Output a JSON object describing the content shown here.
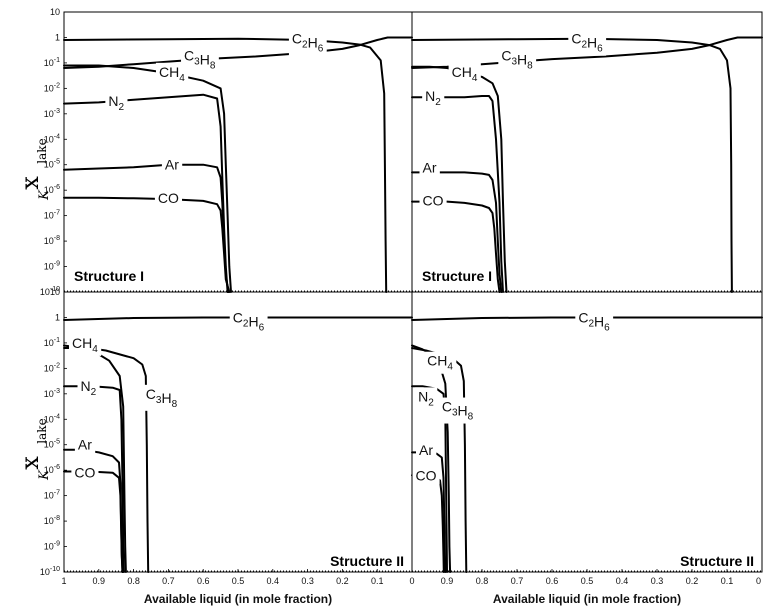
{
  "ylabel": {
    "main": "x",
    "sub": "K",
    "sup": "lake"
  },
  "xlabel": "Available liquid (in mole fraction)",
  "y_ticks": [
    "10",
    "1",
    "10-1",
    "10-2",
    "10-3",
    "10-4",
    "10-5",
    "10-6",
    "10-7",
    "10-8",
    "10-9",
    "10-10"
  ],
  "chart_data": [
    {
      "type": "line",
      "panel": "top-left",
      "title": "Structure I",
      "xlim": [
        1.0,
        0.0
      ],
      "ylim_log10": [
        -10,
        1
      ],
      "yscale": "log",
      "x_ticks": [],
      "series": [
        {
          "name": "C2H6",
          "display": [
            "C",
            "2",
            "H",
            "6"
          ],
          "label_x": 0.3,
          "label_y": -0.05,
          "x": [
            1.0,
            0.7,
            0.5,
            0.3,
            0.2,
            0.15,
            0.12,
            0.09,
            0.08,
            0.078,
            0.076,
            0.074
          ],
          "y": [
            -0.1,
            -0.07,
            -0.05,
            -0.1,
            -0.2,
            -0.28,
            -0.4,
            -0.9,
            -2.2,
            -5.0,
            -8.0,
            -10.0
          ]
        },
        {
          "name": "C3H8",
          "display": [
            "C",
            "3",
            "H",
            "8"
          ],
          "label_x": 0.61,
          "label_y": -0.7,
          "x": [
            1.0,
            0.9,
            0.8,
            0.7,
            0.6,
            0.45,
            0.3,
            0.2,
            0.15,
            0.1,
            0.07,
            0.0
          ],
          "y": [
            -1.2,
            -1.15,
            -1.05,
            -0.95,
            -0.85,
            -0.75,
            -0.6,
            -0.45,
            -0.3,
            -0.1,
            0.0,
            0.0
          ]
        },
        {
          "name": "CH4",
          "display": [
            "CH",
            "4"
          ],
          "label_x": 0.69,
          "label_y": -1.35,
          "x": [
            1.0,
            0.9,
            0.8,
            0.7,
            0.6,
            0.55,
            0.54,
            0.535,
            0.53,
            0.525,
            0.52
          ],
          "y": [
            -1.1,
            -1.1,
            -1.2,
            -1.4,
            -1.7,
            -2.0,
            -3.0,
            -5.0,
            -7.0,
            -9.0,
            -10.0
          ]
        },
        {
          "name": "N2",
          "display": [
            "N",
            "2"
          ],
          "label_x": 0.85,
          "label_y": -2.5,
          "x": [
            1.0,
            0.9,
            0.8,
            0.7,
            0.6,
            0.56,
            0.55,
            0.545,
            0.54,
            0.535,
            0.53
          ],
          "y": [
            -2.6,
            -2.55,
            -2.45,
            -2.35,
            -2.25,
            -2.4,
            -3.5,
            -5.5,
            -7.5,
            -9.0,
            -10.0
          ]
        },
        {
          "name": "Ar",
          "display": [
            "Ar"
          ],
          "label_x": 0.69,
          "label_y": -5.0,
          "x": [
            1.0,
            0.9,
            0.8,
            0.7,
            0.6,
            0.56,
            0.55,
            0.545,
            0.54,
            0.535,
            0.528
          ],
          "y": [
            -5.2,
            -5.15,
            -5.1,
            -5.0,
            -5.0,
            -5.1,
            -5.5,
            -6.5,
            -8.0,
            -9.3,
            -10.0
          ]
        },
        {
          "name": "CO",
          "display": [
            "CO"
          ],
          "label_x": 0.7,
          "label_y": -6.3,
          "x": [
            1.0,
            0.9,
            0.8,
            0.7,
            0.6,
            0.56,
            0.55,
            0.545,
            0.54,
            0.535,
            0.525
          ],
          "y": [
            -6.3,
            -6.3,
            -6.32,
            -6.35,
            -6.42,
            -6.55,
            -6.8,
            -7.5,
            -8.5,
            -9.5,
            -10.0
          ]
        }
      ]
    },
    {
      "type": "line",
      "panel": "top-right",
      "title": "Structure I",
      "xlim": [
        1.0,
        0.0
      ],
      "ylim_log10": [
        -10,
        1
      ],
      "yscale": "log",
      "x_ticks": [],
      "series": [
        {
          "name": "C2H6",
          "display": [
            "C",
            "2",
            "H",
            "6"
          ],
          "label_x": 0.5,
          "label_y": -0.05,
          "x": [
            1.0,
            0.7,
            0.5,
            0.3,
            0.2,
            0.15,
            0.12,
            0.1,
            0.09,
            0.088,
            0.087,
            0.086
          ],
          "y": [
            -0.1,
            -0.07,
            -0.05,
            -0.1,
            -0.2,
            -0.3,
            -0.45,
            -0.9,
            -2.0,
            -5.0,
            -8.0,
            -10.0
          ]
        },
        {
          "name": "C3H8",
          "display": [
            "C",
            "3",
            "H",
            "8"
          ],
          "label_x": 0.7,
          "label_y": -0.7,
          "x": [
            1.0,
            0.9,
            0.8,
            0.7,
            0.6,
            0.45,
            0.3,
            0.2,
            0.15,
            0.1,
            0.07,
            0.0
          ],
          "y": [
            -1.2,
            -1.15,
            -1.05,
            -0.95,
            -0.85,
            -0.75,
            -0.6,
            -0.45,
            -0.3,
            -0.1,
            0.0,
            0.0
          ]
        },
        {
          "name": "CH4",
          "display": [
            "CH",
            "4"
          ],
          "label_x": 0.85,
          "label_y": -1.35,
          "x": [
            1.0,
            0.95,
            0.9,
            0.85,
            0.8,
            0.77,
            0.755,
            0.745,
            0.74,
            0.735,
            0.73
          ],
          "y": [
            -1.15,
            -1.15,
            -1.2,
            -1.35,
            -1.55,
            -1.8,
            -2.3,
            -4.0,
            -6.5,
            -8.8,
            -10.0
          ]
        },
        {
          "name": "N2",
          "display": [
            "N",
            "2"
          ],
          "label_x": 0.94,
          "label_y": -2.3,
          "x": [
            1.0,
            0.95,
            0.9,
            0.85,
            0.8,
            0.78,
            0.77,
            0.76,
            0.75,
            0.745,
            0.74
          ],
          "y": [
            -2.35,
            -2.35,
            -2.35,
            -2.35,
            -2.3,
            -2.3,
            -2.5,
            -4.0,
            -6.5,
            -8.8,
            -10.0
          ]
        },
        {
          "name": "Ar",
          "display": [
            "Ar"
          ],
          "label_x": 0.95,
          "label_y": -5.1,
          "x": [
            1.0,
            0.95,
            0.9,
            0.85,
            0.8,
            0.78,
            0.77,
            0.76,
            0.755,
            0.75,
            0.745
          ],
          "y": [
            -5.3,
            -5.3,
            -5.3,
            -5.3,
            -5.35,
            -5.4,
            -5.6,
            -6.5,
            -8.0,
            -9.3,
            -10.0
          ]
        },
        {
          "name": "CO",
          "display": [
            "CO"
          ],
          "label_x": 0.94,
          "label_y": -6.4,
          "x": [
            1.0,
            0.95,
            0.9,
            0.85,
            0.8,
            0.78,
            0.77,
            0.765,
            0.76,
            0.755,
            0.75
          ],
          "y": [
            -6.45,
            -6.45,
            -6.45,
            -6.5,
            -6.6,
            -6.7,
            -6.9,
            -7.5,
            -8.5,
            -9.5,
            -10.0
          ]
        }
      ]
    },
    {
      "type": "line",
      "panel": "bottom-left",
      "title": "Structure II",
      "xlim": [
        1.0,
        0.0
      ],
      "ylim_log10": [
        -10,
        1
      ],
      "yscale": "log",
      "x_ticks": [
        "1",
        "0.9",
        "0.8",
        "0.7",
        "0.6",
        "0.5",
        "0.4",
        "0.3",
        "0.2",
        "0.1",
        "0"
      ],
      "series": [
        {
          "name": "C2H6",
          "display": [
            "C",
            "2",
            "H",
            "6"
          ],
          "label_x": 0.47,
          "label_y": 0.0,
          "x": [
            1.0,
            0.8,
            0.6,
            0.4,
            0.2,
            0.0
          ],
          "y": [
            -0.1,
            -0.02,
            0.0,
            0.0,
            0.0,
            0.0
          ]
        },
        {
          "name": "CH4",
          "display": [
            "CH",
            "4"
          ],
          "label_x": 0.94,
          "label_y": -1.0,
          "x": [
            1.0,
            0.95,
            0.9,
            0.87,
            0.84,
            0.83,
            0.828,
            0.826,
            0.824,
            0.822
          ],
          "y": [
            -1.1,
            -1.2,
            -1.45,
            -1.7,
            -2.3,
            -3.5,
            -5.5,
            -7.5,
            -9.0,
            -10.0
          ]
        },
        {
          "name": "C3H8",
          "display": [
            "C",
            "3",
            "H",
            "8"
          ],
          "label_x": 0.72,
          "label_y": -3.0,
          "x": [
            1.0,
            0.93,
            0.88,
            0.84,
            0.8,
            0.775,
            0.765,
            0.762,
            0.76,
            0.758
          ],
          "y": [
            -1.2,
            -1.2,
            -1.3,
            -1.45,
            -1.6,
            -1.85,
            -2.3,
            -5.0,
            -8.0,
            -10.0
          ]
        },
        {
          "name": "N2",
          "display": [
            "N",
            "2"
          ],
          "label_x": 0.93,
          "label_y": -2.7,
          "x": [
            1.0,
            0.95,
            0.9,
            0.86,
            0.84,
            0.835,
            0.832,
            0.83,
            0.828
          ],
          "y": [
            -2.7,
            -2.7,
            -2.72,
            -2.76,
            -2.85,
            -4.0,
            -6.5,
            -8.8,
            -10.0
          ]
        },
        {
          "name": "Ar",
          "display": [
            "Ar"
          ],
          "label_x": 0.94,
          "label_y": -5.0,
          "x": [
            1.0,
            0.95,
            0.9,
            0.86,
            0.842,
            0.838,
            0.836,
            0.834,
            0.832
          ],
          "y": [
            -5.2,
            -5.2,
            -5.3,
            -5.45,
            -5.7,
            -6.5,
            -8.0,
            -9.3,
            -10.0
          ]
        },
        {
          "name": "CO",
          "display": [
            "CO"
          ],
          "label_x": 0.94,
          "label_y": -6.1,
          "x": [
            1.0,
            0.95,
            0.9,
            0.86,
            0.842,
            0.838,
            0.836,
            0.834,
            0.832
          ],
          "y": [
            -6.05,
            -6.05,
            -6.07,
            -6.1,
            -6.3,
            -7.0,
            -8.2,
            -9.4,
            -10.0
          ]
        }
      ]
    },
    {
      "type": "line",
      "panel": "bottom-right",
      "title": "Structure II",
      "xlim": [
        1.0,
        0.0
      ],
      "ylim_log10": [
        -10,
        1
      ],
      "yscale": "log",
      "x_ticks": [
        "0.9",
        "0.8",
        "0.7",
        "0.6",
        "0.5",
        "0.4",
        "0.3",
        "0.2",
        "0.1",
        "0"
      ],
      "series": [
        {
          "name": "C2H6",
          "display": [
            "C",
            "2",
            "H",
            "6"
          ],
          "label_x": 0.48,
          "label_y": 0.0,
          "x": [
            1.0,
            0.8,
            0.6,
            0.4,
            0.2,
            0.0
          ],
          "y": [
            -0.1,
            -0.02,
            0.0,
            0.0,
            0.0,
            0.0
          ]
        },
        {
          "name": "CH4",
          "display": [
            "CH",
            "4"
          ],
          "label_x": 0.92,
          "label_y": -1.7,
          "x": [
            1.0,
            0.97,
            0.94,
            0.92,
            0.905,
            0.898,
            0.895,
            0.893,
            0.891
          ],
          "y": [
            -1.1,
            -1.25,
            -1.5,
            -1.9,
            -2.6,
            -4.5,
            -7.0,
            -9.0,
            -10.0
          ]
        },
        {
          "name": "C3H8",
          "display": [
            "C",
            "3",
            "H",
            "8"
          ],
          "label_x": 0.87,
          "label_y": -3.5,
          "x": [
            1.0,
            0.96,
            0.92,
            0.88,
            0.86,
            0.852,
            0.849,
            0.847,
            0.845
          ],
          "y": [
            -1.2,
            -1.3,
            -1.45,
            -1.65,
            -1.9,
            -2.5,
            -5.0,
            -8.0,
            -10.0
          ]
        },
        {
          "name": "N2",
          "display": [
            "N",
            "2"
          ],
          "label_x": 0.96,
          "label_y": -3.1,
          "x": [
            1.0,
            0.97,
            0.93,
            0.91,
            0.905,
            0.903,
            0.901,
            0.9
          ],
          "y": [
            -2.7,
            -2.7,
            -2.8,
            -3.0,
            -3.8,
            -6.0,
            -8.5,
            -10.0
          ]
        },
        {
          "name": "Ar",
          "display": [
            "Ar"
          ],
          "label_x": 0.96,
          "label_y": -5.2,
          "x": [
            1.0,
            0.97,
            0.93,
            0.915,
            0.91,
            0.908,
            0.906,
            0.905
          ],
          "y": [
            -5.3,
            -5.3,
            -5.35,
            -5.5,
            -6.3,
            -7.8,
            -9.3,
            -10.0
          ]
        },
        {
          "name": "CO",
          "display": [
            "CO"
          ],
          "label_x": 0.96,
          "label_y": -6.2,
          "x": [
            1.0,
            0.97,
            0.935,
            0.92,
            0.915,
            0.912,
            0.91,
            0.909
          ],
          "y": [
            -6.2,
            -6.2,
            -6.25,
            -6.4,
            -7.0,
            -8.2,
            -9.4,
            -10.0
          ]
        }
      ]
    }
  ]
}
